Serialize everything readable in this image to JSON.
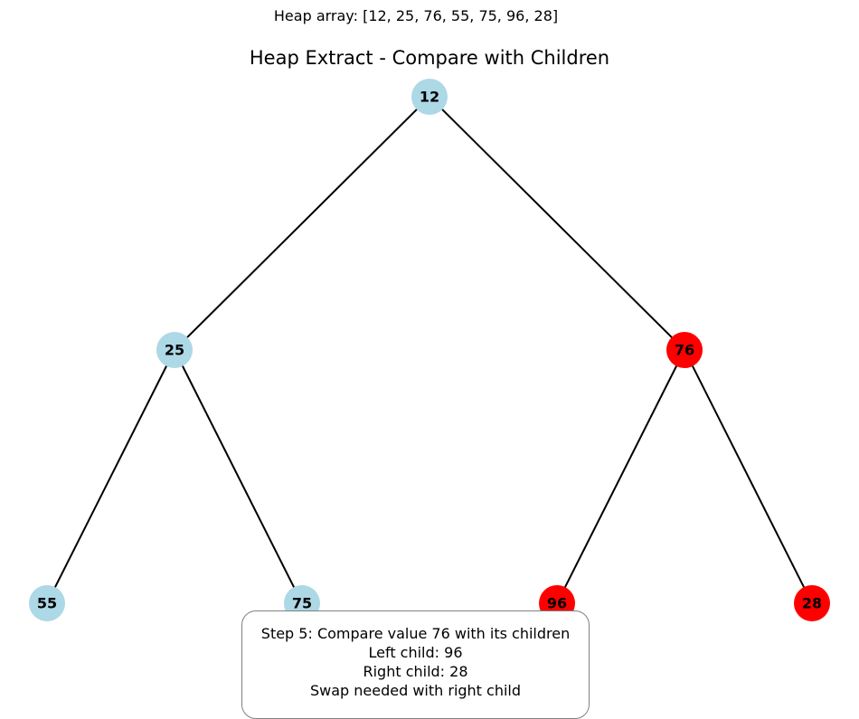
{
  "header": {
    "array_label": "Heap array: [12, 25, 76, 55, 75, 96, 28]"
  },
  "title": "Heap Extract - Compare with Children",
  "colors": {
    "normal": "#add8e6",
    "highlight": "#ff0000",
    "edge": "#000000"
  },
  "tree": {
    "nodes": [
      {
        "value": "12",
        "highlight": false
      },
      {
        "value": "25",
        "highlight": false
      },
      {
        "value": "76",
        "highlight": true
      },
      {
        "value": "55",
        "highlight": false
      },
      {
        "value": "75",
        "highlight": false
      },
      {
        "value": "96",
        "highlight": true
      },
      {
        "value": "28",
        "highlight": true
      }
    ],
    "edges": [
      [
        0,
        1
      ],
      [
        0,
        2
      ],
      [
        1,
        3
      ],
      [
        1,
        4
      ],
      [
        2,
        5
      ],
      [
        2,
        6
      ]
    ]
  },
  "step": {
    "line1": "Step 5: Compare value 76 with its children",
    "line2": "Left child: 96",
    "line3": "Right child: 28",
    "line4": "Swap needed with right child"
  }
}
